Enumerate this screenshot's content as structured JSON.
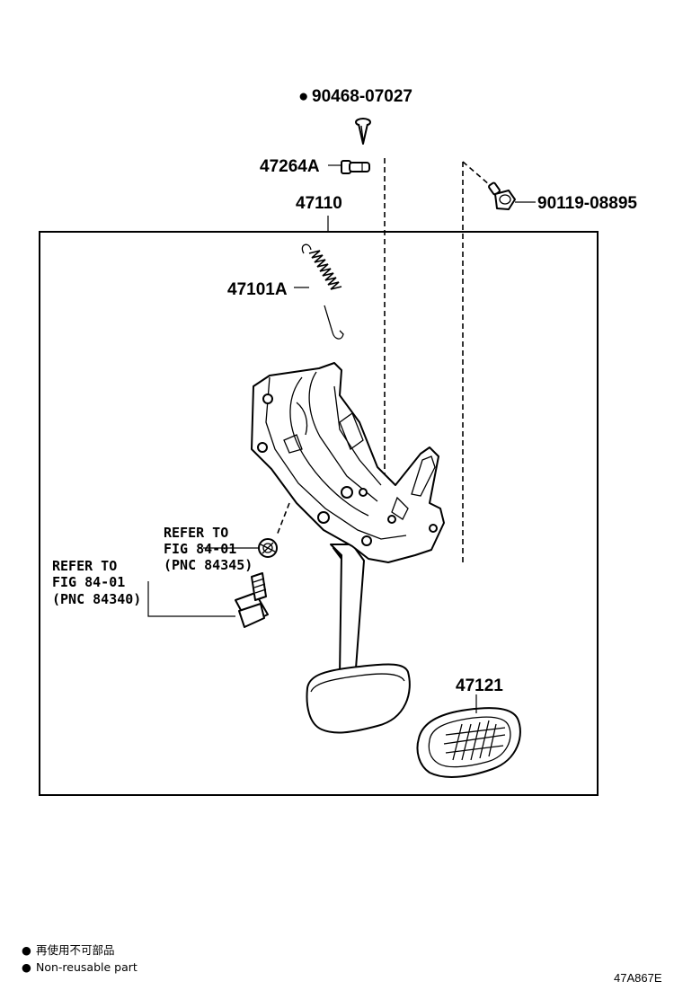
{
  "callouts": {
    "p90468": "90468-07027",
    "p47264a": "47264A",
    "p47110": "47110",
    "p90119": "90119-08895",
    "p47101a": "47101A",
    "p47121": "47121"
  },
  "non_reusable_marker": "●",
  "refer_switch": {
    "line1": "REFER TO",
    "line2": "FIG 84-01",
    "line3": "(PNC 84345)"
  },
  "refer_stoplamp": {
    "line1": "REFER TO",
    "line2": "FIG 84-01",
    "line3": "(PNC 84340)"
  },
  "legend": {
    "bullet": "●",
    "line1": "再使用不可部品",
    "line2": "Non-reusable part"
  },
  "illustration_id": "47A867E"
}
